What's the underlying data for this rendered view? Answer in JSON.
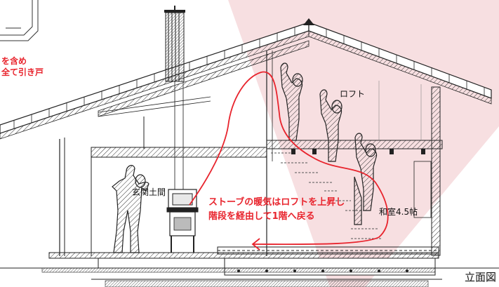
{
  "labels": {
    "note_line1": "を含め",
    "note_line2": "全て引き戸",
    "loft": "ロフト",
    "entrance": "玄関土間",
    "tatami_room": "和室4.5帖",
    "airflow_line1": "ストーブの暖気はロフトを上昇し",
    "airflow_line2": "階段を経由して1階へ戻る",
    "view_title": "立面図"
  },
  "colors": {
    "annotation_red": "#e8242d",
    "background_wedge": "#f7dfe1",
    "line": "#222222"
  }
}
